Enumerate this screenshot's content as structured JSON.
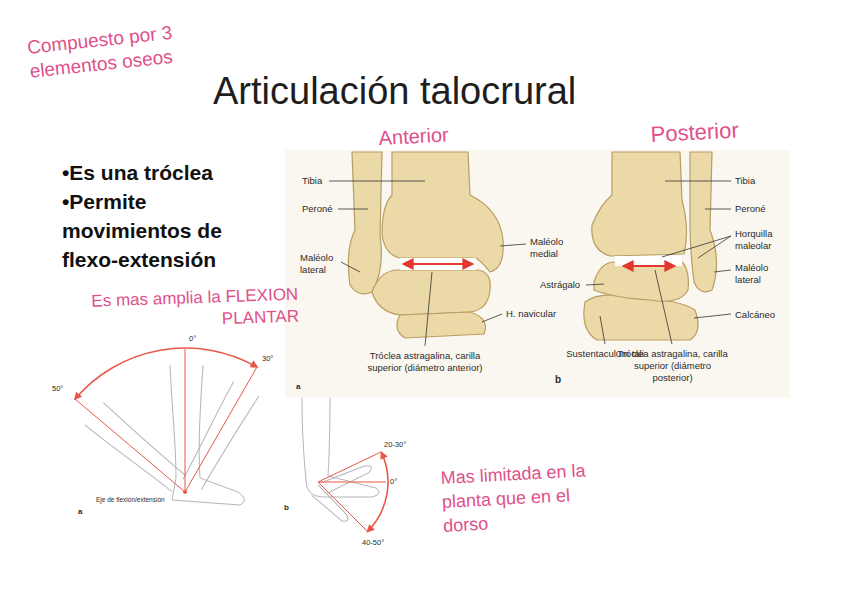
{
  "diagram": {
    "title": "Articulación talocrural",
    "labels": [
      "Compuesto por 3 elementos oseos",
      "•Es una tróclea",
      "•Permite movimientos de flexo-extensión",
      "Anterior",
      "Posterior",
      "Tibia",
      "Peroné",
      "Maléolo lateral",
      "Maléolo medial",
      "Astrágalo",
      "H. navicular",
      "Tróclea astragalina, carilla superior (diámetro anterior)",
      "Tibia",
      "Peroné",
      "Horquilla maleolar",
      "Maléolo lateral",
      "Calcáneo",
      "Sustentaculum tali",
      "Tróclea astragalina, carilla superior (diámetro posterior)",
      "b",
      "Es mas amplia la FLEXION PLANTAR",
      "0°",
      "30°",
      "50°",
      "Eje de flexión/extensión",
      "a",
      "a",
      "20-30°",
      "0°",
      "40-50°",
      "b",
      "Mas limitada en la planta que en el dorso"
    ]
  }
}
